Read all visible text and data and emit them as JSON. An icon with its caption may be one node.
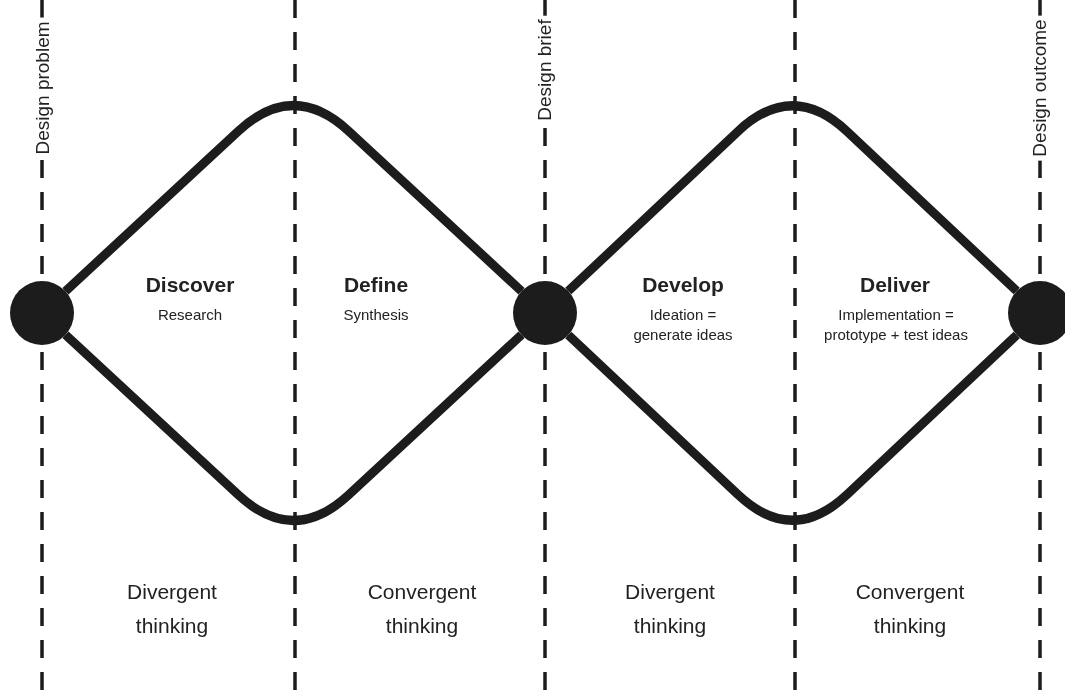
{
  "diagram": {
    "nodes": [
      {
        "text": [],
        "shape": "circle"
      },
      {
        "text": [],
        "shape": "circle"
      },
      {
        "text": [],
        "shape": "circle"
      }
    ],
    "edges": [
      {
        "from": 0,
        "to": 1,
        "arrow": "none"
      },
      {
        "from": 0,
        "to": 1,
        "arrow": "none"
      },
      {
        "from": 1,
        "to": 2,
        "arrow": "none"
      },
      {
        "from": 1,
        "to": 2,
        "arrow": "none"
      }
    ],
    "labels": [
      "Design problem",
      "Design brief",
      "Design outcome",
      "Discover",
      "Research",
      "Define",
      "Synthesis",
      "Develop",
      "Ideation = generate ideas",
      "Deliver",
      "Implementation = prototype + test ideas",
      "Divergent thinking",
      "Convergent thinking",
      "Divergent thinking",
      "Convergent thinking"
    ]
  }
}
